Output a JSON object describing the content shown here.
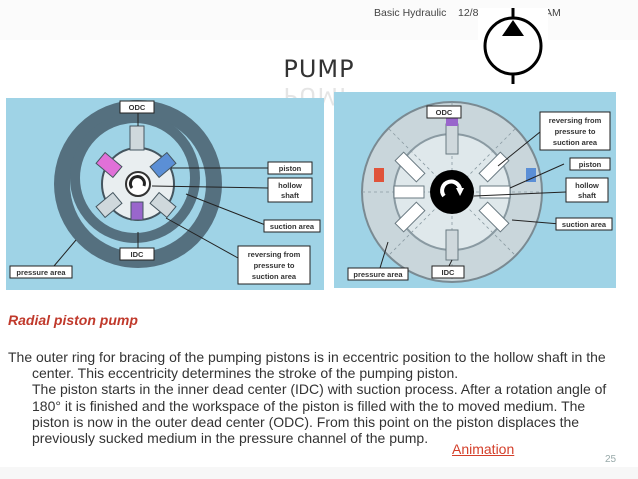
{
  "header": {
    "course": "Basic Hydraulic",
    "datetime": "12/8/2013 8:25:06 AM"
  },
  "slide": {
    "title": "PUMP",
    "page_number": "25"
  },
  "figures": {
    "left": {
      "labels": {
        "odc": "ODC",
        "piston": "piston",
        "hollow_shaft_1": "hollow",
        "hollow_shaft_2": "shaft",
        "suction_area": "suction area",
        "idc": "IDC",
        "reversing_1": "reversing from",
        "reversing_2": "pressure to",
        "reversing_3": "suction area",
        "pressure_area": "pressure area"
      }
    },
    "right": {
      "labels": {
        "odc": "ODC",
        "reversing_1": "reversing from",
        "reversing_2": "pressure to",
        "reversing_3": "suction area",
        "piston": "piston",
        "hollow_shaft_1": "hollow",
        "hollow_shaft_2": "shaft",
        "suction_area": "suction area",
        "pressure_area": "pressure area",
        "idc": "IDC"
      }
    }
  },
  "content": {
    "heading": "Radial piston pump",
    "paragraph_1": "The outer ring for bracing of the pumping pistons is in eccentric position to the hollow shaft in the center. This eccentricity determines the stroke of the pumping piston.",
    "paragraph_2": "The piston starts in the inner dead center (IDC) with suction process. After a rotation angle of 180° it is finished and the workspace of the piston is filled with the to moved medium. The piston is now in the outer dead center (ODC). From this point on the piston displaces the previously sucked medium in the pressure channel of the pump.",
    "animation_link": "Animation"
  },
  "colors": {
    "figure_background": "#9fd3e6",
    "ring": "#55707f",
    "piston_pink": "#e070d8",
    "piston_blue": "#5b8fd6",
    "heading_red": "#c0392b",
    "link_red": "#d43f2a"
  },
  "icons": {
    "pump_symbol": "hydraulic-pump-symbol-icon"
  }
}
